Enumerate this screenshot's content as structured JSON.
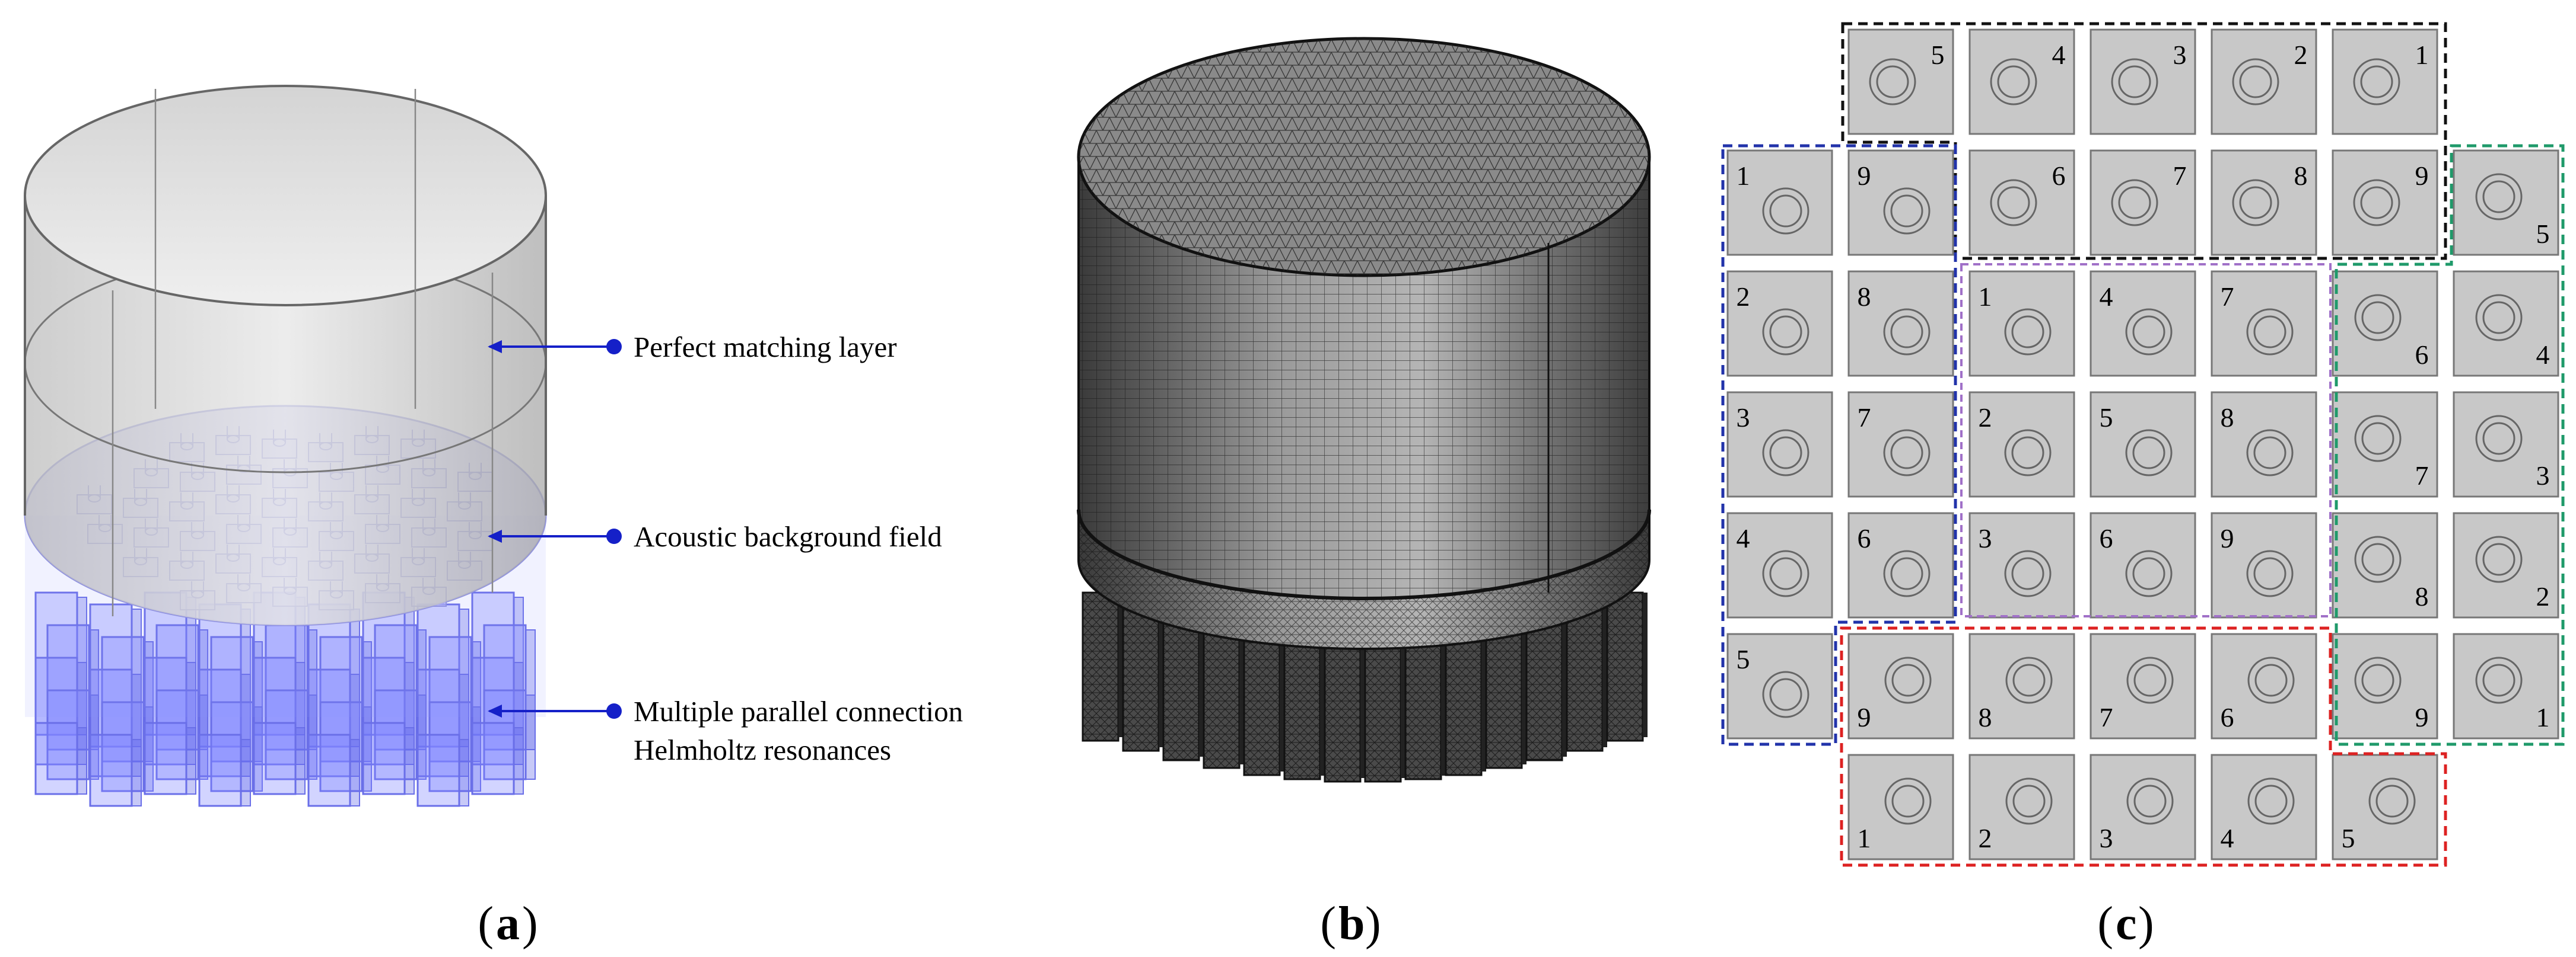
{
  "panels": {
    "a": {
      "label": "a",
      "annotations": [
        {
          "id": "pml",
          "lines": [
            "Perfect matching layer"
          ]
        },
        {
          "id": "abf",
          "lines": [
            "Acoustic background field"
          ]
        },
        {
          "id": "hr",
          "lines": [
            "Multiple parallel connection",
            "Helmholtz resonances"
          ]
        }
      ]
    },
    "b": {
      "label": "b"
    },
    "c": {
      "label": "c",
      "group_colors": {
        "black": "#111111",
        "blue": "#2233aa",
        "purple": "#a070c8",
        "green": "#1f9a6a",
        "red": "#dd2222"
      },
      "cells": [
        {
          "row": 0,
          "col": 1,
          "n": "5",
          "pos": "tr"
        },
        {
          "row": 0,
          "col": 2,
          "n": "4",
          "pos": "tr"
        },
        {
          "row": 0,
          "col": 3,
          "n": "3",
          "pos": "tr"
        },
        {
          "row": 0,
          "col": 4,
          "n": "2",
          "pos": "tr"
        },
        {
          "row": 0,
          "col": 5,
          "n": "1",
          "pos": "tr"
        },
        {
          "row": 1,
          "col": 0,
          "n": "1",
          "pos": "tl"
        },
        {
          "row": 1,
          "col": 1,
          "n": "9",
          "pos": "tl"
        },
        {
          "row": 1,
          "col": 2,
          "n": "6",
          "pos": "tr"
        },
        {
          "row": 1,
          "col": 3,
          "n": "7",
          "pos": "tr"
        },
        {
          "row": 1,
          "col": 4,
          "n": "8",
          "pos": "tr"
        },
        {
          "row": 1,
          "col": 5,
          "n": "9",
          "pos": "tr"
        },
        {
          "row": 1,
          "col": 6,
          "n": "5",
          "pos": "br"
        },
        {
          "row": 2,
          "col": 0,
          "n": "2",
          "pos": "tl"
        },
        {
          "row": 2,
          "col": 1,
          "n": "8",
          "pos": "tl"
        },
        {
          "row": 2,
          "col": 2,
          "n": "1",
          "pos": "tl"
        },
        {
          "row": 2,
          "col": 3,
          "n": "4",
          "pos": "tl"
        },
        {
          "row": 2,
          "col": 4,
          "n": "7",
          "pos": "tl"
        },
        {
          "row": 2,
          "col": 5,
          "n": "6",
          "pos": "br"
        },
        {
          "row": 2,
          "col": 6,
          "n": "4",
          "pos": "br"
        },
        {
          "row": 3,
          "col": 0,
          "n": "3",
          "pos": "tl"
        },
        {
          "row": 3,
          "col": 1,
          "n": "7",
          "pos": "tl"
        },
        {
          "row": 3,
          "col": 2,
          "n": "2",
          "pos": "tl"
        },
        {
          "row": 3,
          "col": 3,
          "n": "5",
          "pos": "tl"
        },
        {
          "row": 3,
          "col": 4,
          "n": "8",
          "pos": "tl"
        },
        {
          "row": 3,
          "col": 5,
          "n": "7",
          "pos": "br"
        },
        {
          "row": 3,
          "col": 6,
          "n": "3",
          "pos": "br"
        },
        {
          "row": 4,
          "col": 0,
          "n": "4",
          "pos": "tl"
        },
        {
          "row": 4,
          "col": 1,
          "n": "6",
          "pos": "tl"
        },
        {
          "row": 4,
          "col": 2,
          "n": "3",
          "pos": "tl"
        },
        {
          "row": 4,
          "col": 3,
          "n": "6",
          "pos": "tl"
        },
        {
          "row": 4,
          "col": 4,
          "n": "9",
          "pos": "tl"
        },
        {
          "row": 4,
          "col": 5,
          "n": "8",
          "pos": "br"
        },
        {
          "row": 4,
          "col": 6,
          "n": "2",
          "pos": "br"
        },
        {
          "row": 5,
          "col": 0,
          "n": "5",
          "pos": "tl"
        },
        {
          "row": 5,
          "col": 1,
          "n": "9",
          "pos": "bl"
        },
        {
          "row": 5,
          "col": 2,
          "n": "8",
          "pos": "bl"
        },
        {
          "row": 5,
          "col": 3,
          "n": "7",
          "pos": "bl"
        },
        {
          "row": 5,
          "col": 4,
          "n": "6",
          "pos": "bl"
        },
        {
          "row": 5,
          "col": 5,
          "n": "9",
          "pos": "br"
        },
        {
          "row": 5,
          "col": 6,
          "n": "1",
          "pos": "br"
        },
        {
          "row": 6,
          "col": 1,
          "n": "1",
          "pos": "bl"
        },
        {
          "row": 6,
          "col": 2,
          "n": "2",
          "pos": "bl"
        },
        {
          "row": 6,
          "col": 3,
          "n": "3",
          "pos": "bl"
        },
        {
          "row": 6,
          "col": 4,
          "n": "4",
          "pos": "bl"
        },
        {
          "row": 6,
          "col": 5,
          "n": "5",
          "pos": "bl"
        }
      ]
    }
  }
}
